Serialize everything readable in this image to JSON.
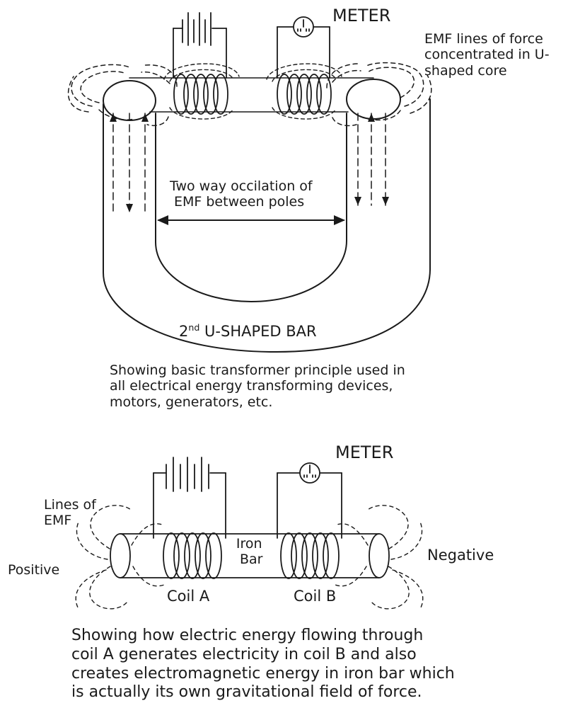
{
  "top_diagram": {
    "meter_label": "METER",
    "emf_note_lines": [
      "EMF lines of force",
      "concentrated in U-",
      "shaped core"
    ],
    "oscillation_lines": [
      "Two way occilation of",
      "EMF between poles"
    ],
    "bar_label_prefix": "2",
    "bar_label_sup": "nd",
    "bar_label_rest": " U-SHAPED BAR",
    "caption_lines": [
      "Showing basic transformer principle used in",
      "all electrical energy transforming devices,",
      "motors, generators, etc."
    ]
  },
  "bottom_diagram": {
    "meter_label": "METER",
    "lines_of_emf": [
      "Lines of",
      "EMF"
    ],
    "positive_label": "Positive",
    "negative_label": "Negative",
    "iron_bar_lines": [
      "Iron",
      "Bar"
    ],
    "coil_a_label": "Coil A",
    "coil_b_label": "Coil B",
    "caption_lines": [
      "Showing how electric energy flowing through",
      "coil A generates electricity in coil B and also",
      "creates electromagnetic energy in iron bar which",
      "is actually its own gravitational field of force."
    ]
  },
  "colors": {
    "ink": "#1a1a1a",
    "background": "#ffffff"
  }
}
